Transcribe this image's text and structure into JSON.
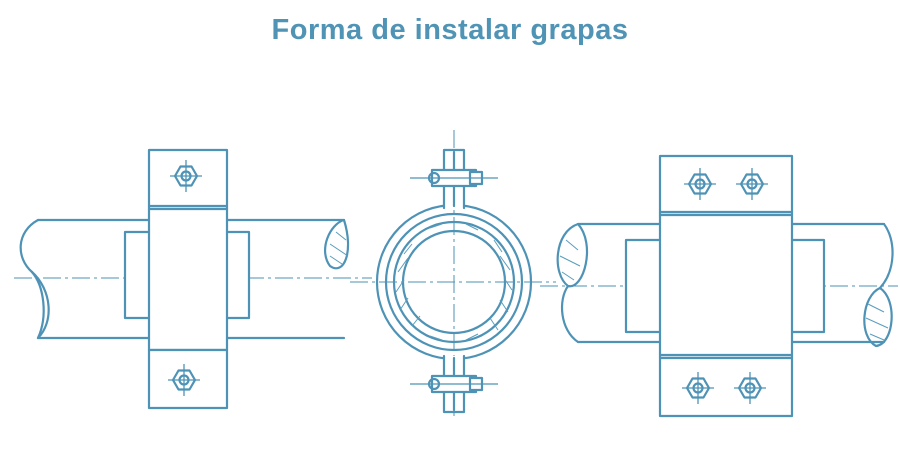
{
  "title": "Forma de instalar grapas",
  "colors": {
    "line": "#4e93b6",
    "title": "#4f93b5",
    "background": "#ffffff"
  },
  "views": [
    {
      "name": "side-view-single-bolt-clamp"
    },
    {
      "name": "cross-section-view"
    },
    {
      "name": "side-view-double-bolt-clamp"
    }
  ],
  "icons": [
    "hex-nut-icon",
    "bolt-icon"
  ]
}
